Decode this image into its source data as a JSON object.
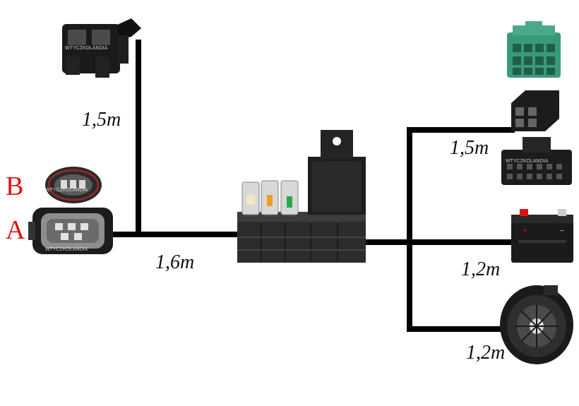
{
  "labels": {
    "top_left_cable": "1,5m",
    "main_cable": "1,6m",
    "right_top_cable": "1,5m",
    "battery_cable": "1,2m",
    "blower_cable": "1,2m"
  },
  "connector_letters": {
    "b": "B",
    "a": "A"
  },
  "watermark": "WTYCZKOLANDIA",
  "colors": {
    "wire": "#000000",
    "letter": "#e01010",
    "green_connector": "#3a9a78",
    "fuse_amber": "#e8a020",
    "fuse_green": "#2aa84a"
  },
  "icons": [
    "connector-2pin-icon",
    "connector-b-icon",
    "connector-a-icon",
    "relay-fuse-box-icon",
    "green-connector-icon",
    "black-connector-icon",
    "multipin-connector-icon",
    "battery-icon",
    "blower-motor-icon"
  ]
}
